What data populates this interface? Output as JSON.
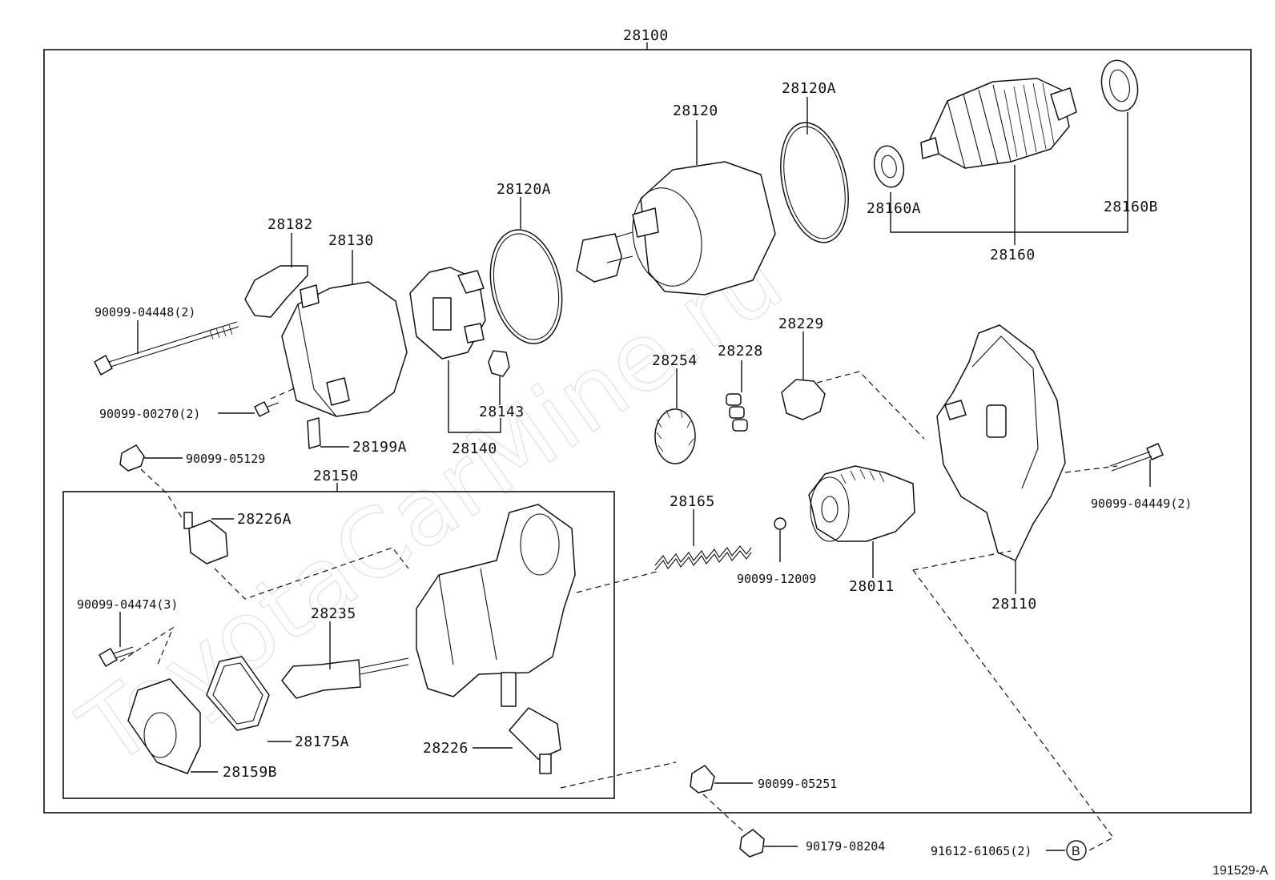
{
  "watermark": "ToyotaCarMine.ru",
  "figure_id": "191529-A",
  "assembly": {
    "main": "28100",
    "subassembly": "28150"
  },
  "labels": {
    "p28120": "28120",
    "p28120a_left": "28120A",
    "p28120a_right": "28120A",
    "p28160a": "28160A",
    "p28160b": "28160B",
    "p28160": "28160",
    "p28182": "28182",
    "p28130": "28130",
    "bolt_04448": "90099-04448(2)",
    "screw_00270": "90099-00270(2)",
    "p28199a": "28199A",
    "cap_05129": "90099-05129",
    "p28143": "28143",
    "p28140": "28140",
    "p28254": "28254",
    "p28228": "28228",
    "p28229": "28229",
    "p28165": "28165",
    "ball_12009": "90099-12009",
    "p28011": "28011",
    "p28110": "28110",
    "bolt_04449": "90099-04449(2)",
    "p28226a": "28226A",
    "bolt_04474": "90099-04474(3)",
    "p28235": "28235",
    "p28175a": "28175A",
    "p28159b": "28159B",
    "p28226": "28226",
    "cap_05251": "90099-05251",
    "cap_08204": "90179-08204",
    "bolt_61065": "91612-61065(2)",
    "ref_b": "B"
  }
}
